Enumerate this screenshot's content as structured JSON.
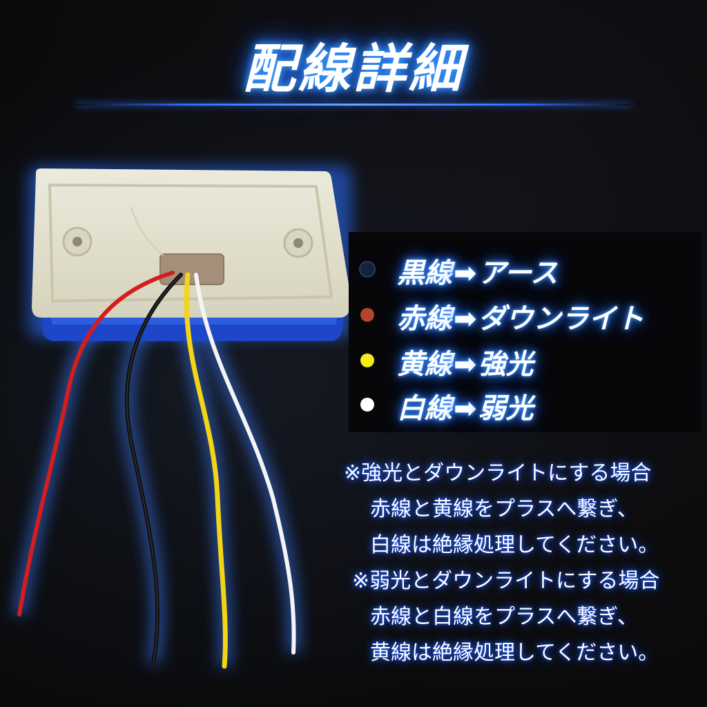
{
  "title": "配線詳細",
  "legend": [
    {
      "wire": "黒線",
      "arrow": "➡",
      "function": "アース",
      "color": "#16223a"
    },
    {
      "wire": "赤線",
      "arrow": "➡",
      "function": "ダウンライト",
      "color": "#b5452c"
    },
    {
      "wire": "黄線",
      "arrow": "➡",
      "function": "強光",
      "color": "#f2ec1c"
    },
    {
      "wire": "白線",
      "arrow": "➡",
      "function": "弱光",
      "color": "#ffffff"
    }
  ],
  "notes": [
    "※強光とダウンライトにする場合",
    "赤線と黄線をプラスへ繋ぎ、",
    "白線は絶縁処理してください。",
    "※弱光とダウンライトにする場合",
    "赤線と白線をプラスへ繋ぎ、",
    "黄線は絶縁処理してください。"
  ],
  "colors": {
    "glow": "#2a7fff",
    "background": "#0b0b0d",
    "housing": "#e4e2cf",
    "lens": "#1d46c8"
  }
}
